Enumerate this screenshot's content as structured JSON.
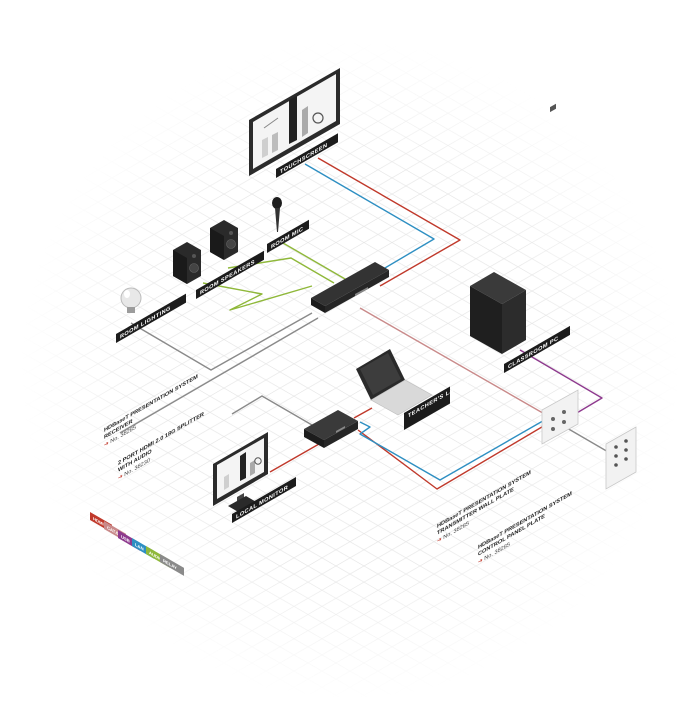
{
  "colors": {
    "hdmi": "#c0392b",
    "cat": "#c98a8a",
    "usb": "#8e3a8e",
    "lan": "#2e8fc2",
    "audio": "#8fb83a",
    "relay": "#8a8a8a",
    "tag_bg": "#1c1c1c"
  },
  "device_labels": {
    "touchscreen": "TOUCHSCREEN",
    "room_mic": "ROOM MIC",
    "room_speakers": "ROOM SPEAKERS",
    "room_lighting": "ROOM LIGHTING",
    "classroom_pc": "CLASSROOM PC",
    "teachers_laptop": "TEACHER'S LAPTOP",
    "local_monitor": "LOCAL MONITOR"
  },
  "products": {
    "receiver": {
      "line1": "HDBaseT PRESENTATION SYSTEM",
      "line2": "RECEIVER",
      "ref": "No. 38285"
    },
    "splitter": {
      "line1": "2 PORT HDMI 2.0 18G SPLITTER",
      "line2": "WITH AUDIO",
      "ref": "No. 38230"
    },
    "wall_plate": {
      "line1": "HDBaseT PRESENTATION SYSTEM",
      "line2": "TRANSMITTER WALL PLATE",
      "ref": "No. 38285"
    },
    "control_panel": {
      "line1": "HDBaseT PRESENTATION SYSTEM",
      "line2": "CONTROL PANEL PLATE",
      "ref": "No. 38285"
    }
  },
  "legend": [
    {
      "label": "HDMI",
      "color": "#c0392b"
    },
    {
      "label": "CAT.6",
      "color": "#c98a8a"
    },
    {
      "label": "USB",
      "color": "#8e3a8e"
    },
    {
      "label": "LAN",
      "color": "#2e8fc2"
    },
    {
      "label": "AUDIO",
      "color": "#8fb83a"
    },
    {
      "label": "RELAY",
      "color": "#8a8a8a"
    }
  ]
}
